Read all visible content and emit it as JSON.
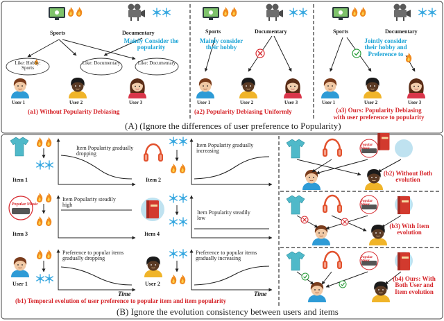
{
  "panel_a": {
    "caption": "(A) (Ignore the differences of user preference to Popularity)",
    "a1": {
      "title": "(a1) Without Popularity Debiasing",
      "sports": "Sports",
      "documentary": "Documentary",
      "note": "Mainly Consider the popularity",
      "bubble1": "Like:  Hobby: Sports",
      "bubble2": "Like: Documentary",
      "bubble3": "Like: Documentary",
      "users": [
        "User 1",
        "User 2",
        "User 3"
      ]
    },
    "a2": {
      "title": "(a2) Popularity Debiasing Uniformly",
      "sports": "Sports",
      "documentary": "Documentary",
      "note": "Mainly consider their hobby",
      "users": [
        "User 1",
        "User 2",
        "User 3"
      ]
    },
    "a3": {
      "title_line1": "(a3) Ours: Popularity Debiasing",
      "title_line2": "with user preference to popularity",
      "sports": "Sports",
      "documentary": "Documentary",
      "note": "Jointly consider their hobby and Preference to",
      "users": [
        "User 1",
        "User 2",
        "User 3"
      ]
    }
  },
  "panel_b": {
    "caption": "(B) Ignore the evolution consistency between users and items",
    "b1": {
      "title": "(b1) Temporal evolution of user preference to popular item and item popularity",
      "chart_item1": "Item Popularity gradually dropping",
      "chart_item2": "Item Popularity gradually increasing",
      "chart_item3": "Item Popularity steadily high",
      "chart_item4": "Item Popularity steadily low",
      "chart_user1": "Preference to popular items gradually dropping",
      "chart_user2": "Preference to popular items gradually increasing",
      "labels": [
        "Item 1",
        "Item 2",
        "Item 3",
        "Item 4",
        "User 1",
        "User 2"
      ],
      "time": "Time",
      "music": "Popular Music"
    },
    "b2": {
      "title": "(b2) Without Both evolution",
      "music": "Popular Music"
    },
    "b3": {
      "title": "(b3) With Item evolution",
      "music": "Popular Music"
    },
    "b4": {
      "title": "(b4) Ours: With Both User and Item evolution",
      "music": "Popular Music"
    }
  },
  "colors": {
    "title_red": "#d6262b",
    "note_blue": "#1aa3d6",
    "flame": "#f08a1e",
    "snow": "#38a8e0",
    "tshirt": "#4fb9c9",
    "headphone": "#e2512d",
    "book": "#d23a2e"
  }
}
